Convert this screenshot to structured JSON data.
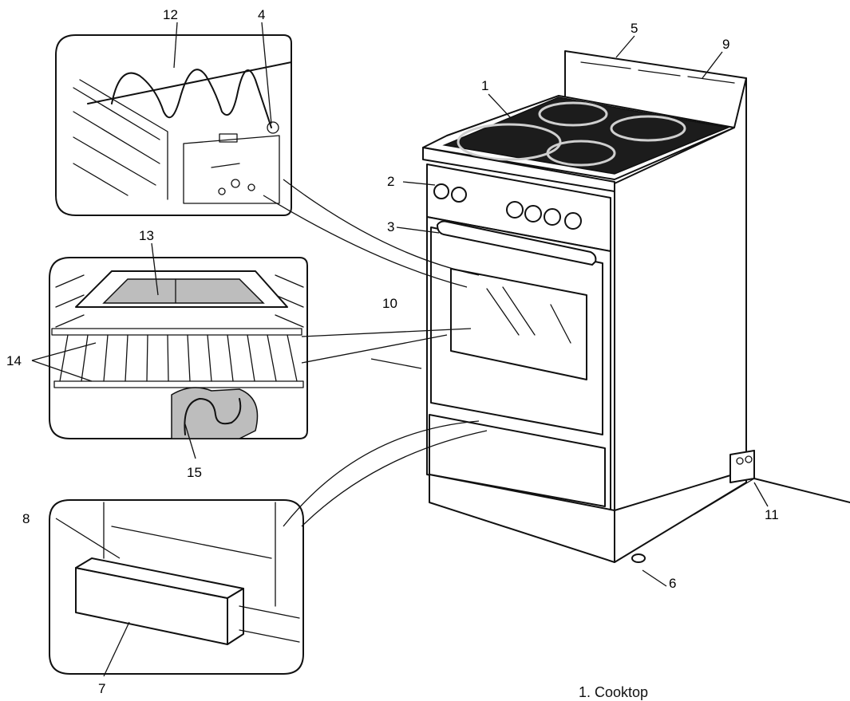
{
  "callouts": {
    "c1": "1",
    "c2": "2",
    "c3": "3",
    "c4": "4",
    "c5": "5",
    "c6": "6",
    "c7": "7",
    "c8": "8",
    "c9": "9",
    "c10": "10",
    "c11": "11",
    "c12": "12",
    "c13": "13",
    "c14": "14",
    "c15": "15"
  },
  "legend": {
    "item1": "1. Cooktop"
  }
}
